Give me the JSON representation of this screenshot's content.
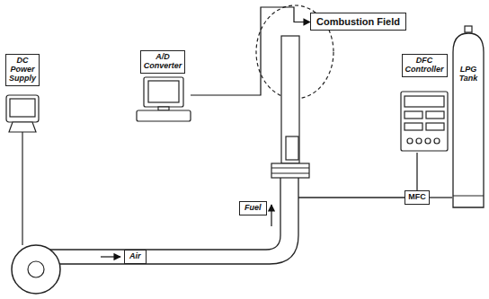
{
  "diagram": {
    "nodes": [
      {
        "text": [
          "DC Power Supply"
        ]
      },
      {
        "text": [
          "A/D Converter"
        ]
      },
      {
        "text": [
          "Combustion Field"
        ]
      },
      {
        "text": [
          "DFC Controller"
        ]
      },
      {
        "text": [
          "LPG Tank"
        ]
      },
      {
        "text": [
          "MFC"
        ]
      }
    ],
    "edges": [
      {
        "from": 1,
        "to": 2,
        "arrow": "to"
      },
      {
        "from": 3,
        "to": 5,
        "arrow": "none"
      },
      {
        "from": 4,
        "to": 5,
        "arrow": "none"
      }
    ],
    "labels": [
      "Air",
      "Fuel"
    ]
  }
}
